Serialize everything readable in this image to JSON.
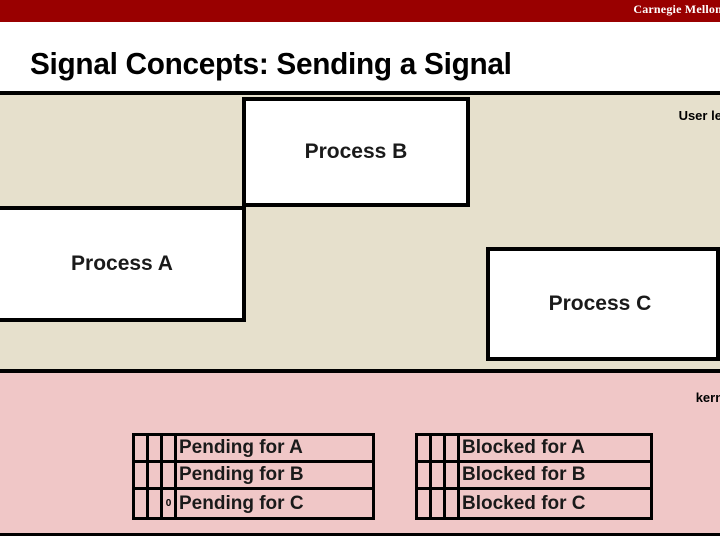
{
  "banner": {
    "brand": "Carnegie Mellon"
  },
  "slide": {
    "title": "Signal Concepts: Sending a Signal"
  },
  "regions": {
    "user_label": "User level",
    "kernel_label": "kernel"
  },
  "processes": [
    {
      "id": "a",
      "label": "Process A"
    },
    {
      "id": "b",
      "label": "Process B"
    },
    {
      "id": "c",
      "label": "Process C"
    }
  ],
  "tables": [
    {
      "id": "pending",
      "rows": [
        {
          "bits": [
            "",
            "",
            ""
          ],
          "label": "Pending for A"
        },
        {
          "bits": [
            "",
            "",
            ""
          ],
          "label": "Pending for B"
        },
        {
          "bits": [
            "",
            "",
            "0"
          ],
          "label": "Pending for C"
        }
      ]
    },
    {
      "id": "blocked",
      "rows": [
        {
          "bits": [
            "",
            "",
            ""
          ],
          "label": "Blocked for A"
        },
        {
          "bits": [
            "",
            "",
            ""
          ],
          "label": "Blocked for B"
        },
        {
          "bits": [
            "",
            "",
            ""
          ],
          "label": "Blocked for C"
        }
      ]
    }
  ],
  "colors": {
    "banner_red": "#990000",
    "user_bg": "#E6E0CC",
    "kernel_bg": "#F0C7C7",
    "box_fill": "#FFFFFF",
    "stroke": "#000000"
  }
}
